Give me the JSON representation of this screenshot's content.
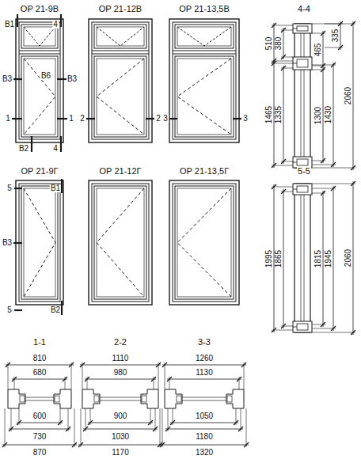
{
  "diagram": {
    "labels": [
      "ОР 21-9В",
      "ОР 21-12В",
      "ОР 21-13,5В",
      "4-4",
      "В1",
      "4",
      "В3",
      "В6",
      "В3",
      "1",
      "1",
      "В2",
      "4",
      "2",
      "2",
      "3",
      "3",
      "335",
      "510",
      "380",
      "465",
      "1465",
      "1335",
      "1300",
      "1430",
      "2060",
      "ОР 21-9Г",
      "ОР 21-12Г",
      "ОР 21-13,5Г",
      "5-5",
      "5",
      "В1",
      "В3",
      "5",
      "В2",
      "1995",
      "1865",
      "1815",
      "1945",
      "2060",
      "1-1",
      "2-2",
      "3-3",
      "810",
      "680",
      "600",
      "730",
      "870",
      "1110",
      "980",
      "900",
      "1030",
      "1170",
      "1260",
      "1130",
      "1050",
      "1180",
      "1320"
    ]
  }
}
